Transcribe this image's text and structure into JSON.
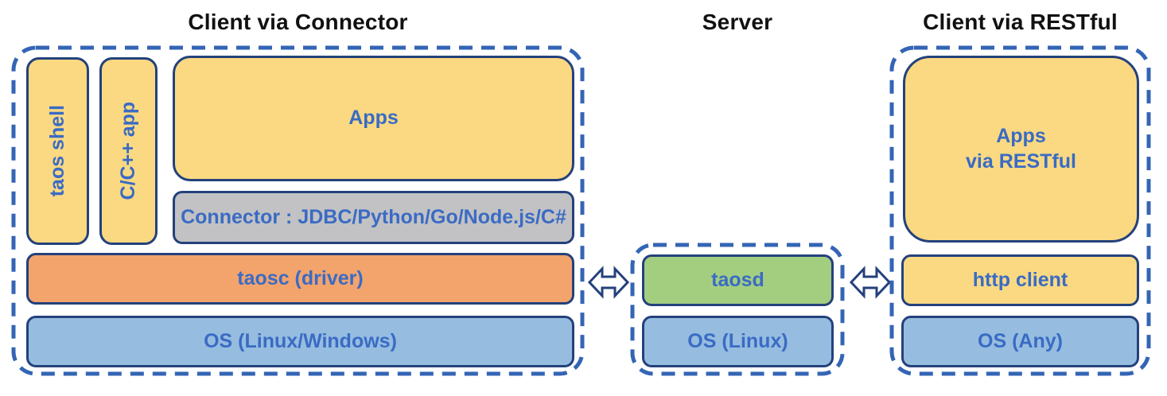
{
  "sections": {
    "client_connector": {
      "title": "Client via Connector",
      "boxes": {
        "taos_shell": "taos shell",
        "cpp_app": "C/C++ app",
        "apps": "Apps",
        "connector": "Connector : JDBC/Python/Go/Node.js/C#",
        "taosc": "taosc (driver)",
        "os": "OS (Linux/Windows)"
      }
    },
    "server": {
      "title": "Server",
      "boxes": {
        "taosd": "taosd",
        "os": "OS (Linux)"
      }
    },
    "client_restful": {
      "title": "Client via RESTful",
      "boxes": {
        "apps": "Apps\nvia RESTful",
        "http_client": "http client",
        "os": "OS (Any)"
      }
    }
  },
  "colors": {
    "box_yellow": "#FAD982",
    "box_orange": "#F3A36C",
    "box_blue": "#96BDE0",
    "box_green": "#A3CE80",
    "box_gray": "#C2C2C4",
    "box_border": "#24417C",
    "dashed_border": "#3465B5",
    "label_text": "#3A6BC4",
    "title_text": "#111111"
  }
}
